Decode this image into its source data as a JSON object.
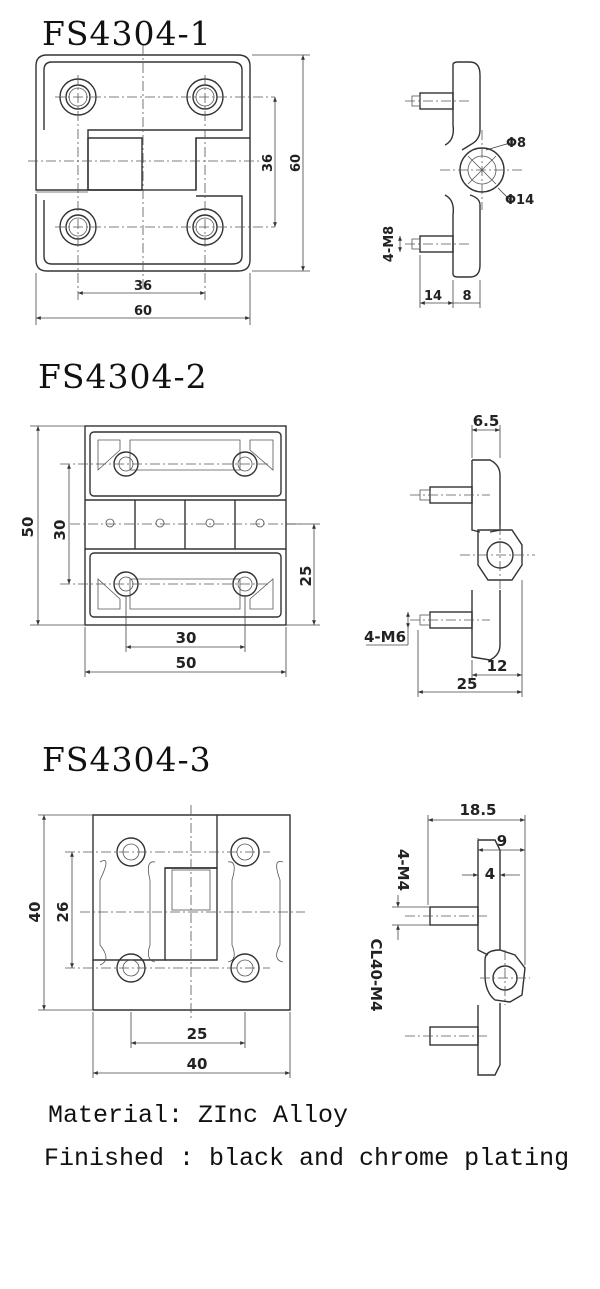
{
  "sections": [
    {
      "title": "FS4304-1",
      "front_dims": {
        "height_total": "60",
        "height_holes": "36",
        "width_holes": "36",
        "width_total": "60"
      },
      "side_dims": {
        "thread": "4-M8",
        "pin_dia": "Φ8",
        "knuckle_dia": "Φ14",
        "depth_a": "14",
        "depth_b": "8"
      }
    },
    {
      "title": "FS4304-2",
      "front_dims": {
        "height_total": "50",
        "height_holes": "30",
        "offset": "25",
        "width_holes": "30",
        "width_total": "50"
      },
      "side_dims": {
        "top": "6.5",
        "thread": "4-M6",
        "depth_a": "12",
        "depth_b": "25"
      }
    },
    {
      "title": "FS4304-3",
      "front_dims": {
        "height_total": "40",
        "height_holes": "26",
        "width_holes": "25",
        "width_total": "40"
      },
      "side_dims": {
        "top_a": "18.5",
        "top_b": "9",
        "top_c": "4",
        "thread": "4-M4",
        "center": "CL40-M4"
      }
    }
  ],
  "notes": {
    "material": "Material: ZInc Alloy",
    "finish": "Finished : black and chrome plating"
  }
}
